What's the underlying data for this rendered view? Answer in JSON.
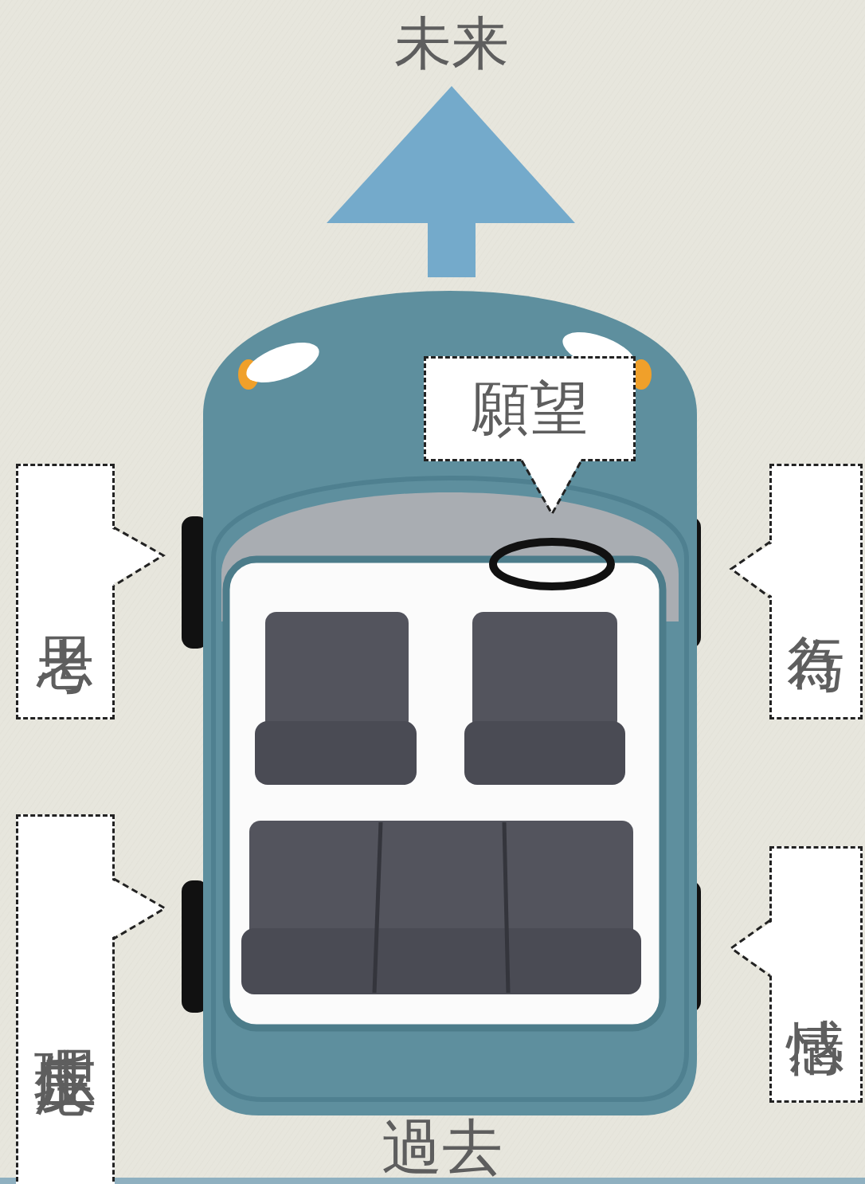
{
  "diagram": {
    "nodes": [
      {
        "text": [
          "願望"
        ]
      },
      {
        "text": [
          "思考"
        ]
      },
      {
        "text": [
          "行為"
        ]
      },
      {
        "text": [
          "生理反応"
        ]
      },
      {
        "text": [
          "感情"
        ]
      }
    ],
    "labels": [
      "未来",
      "過去"
    ]
  }
}
